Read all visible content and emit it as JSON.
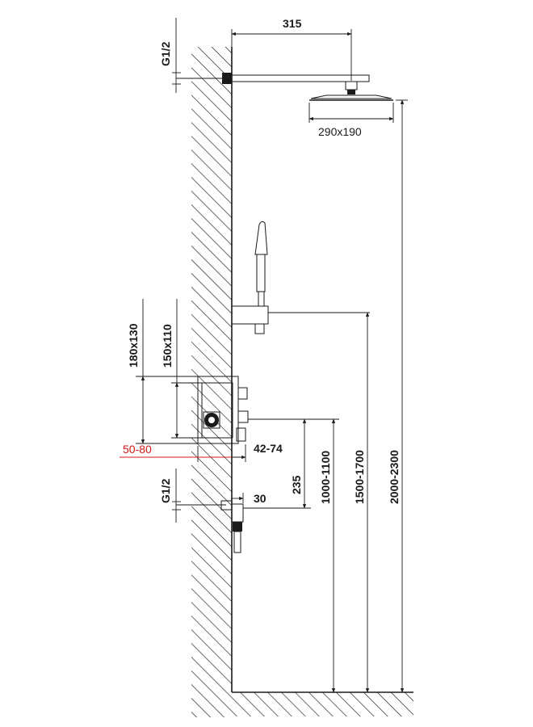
{
  "dimensions": {
    "arm_length": "315",
    "head_size": "290x190",
    "inlet_top": "G1/2",
    "inlet_bottom": "G1/2",
    "box_height_outer": "180x130",
    "box_height_inner": "150x110",
    "wall_depth": "50-80",
    "handle_projection": "42-74",
    "spout_projection": "30",
    "mixer_to_spout": "235",
    "mixer_height": "1000-1100",
    "holder_height": "1500-1700",
    "head_height": "2000-2300"
  },
  "colors": {
    "line": "#1a1a1a",
    "accent_red": "#d01818"
  }
}
